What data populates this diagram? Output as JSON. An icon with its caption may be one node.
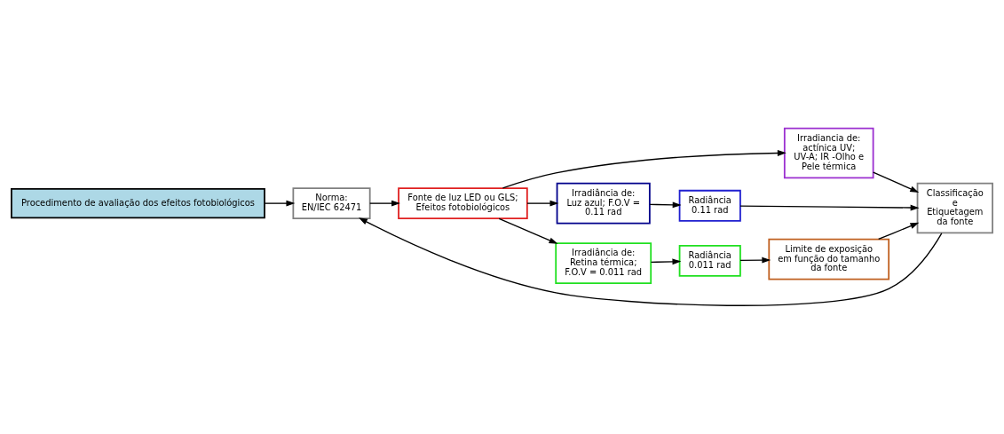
{
  "diagram": {
    "nodes": [
      {
        "text": [
          "Procedimento de avaliação dos efeitos fotobiológicos"
        ]
      },
      {
        "text": [
          "Norma: EN/IEC 62471"
        ]
      },
      {
        "text": [
          "Fonte de luz LED ou GLS; Efeitos fotobiológicos"
        ]
      },
      {
        "text": [
          "Irradiancia de: actínica UV; UV-A; IR -Olho e Pele térmica"
        ]
      },
      {
        "text": [
          "Irradiância de: Luz azul; F.O.V = 0.11 rad"
        ]
      },
      {
        "text": [
          "Radiância 0.11 rad"
        ]
      },
      {
        "text": [
          "Irradiância de: Retina térmica; F.O.V = 0.011 rad"
        ]
      },
      {
        "text": [
          "Radiância 0.011 rad"
        ]
      },
      {
        "text": [
          "Limite de exposição em função do tamanho da fonte"
        ]
      },
      {
        "text": [
          "Classificação e Etiquetagem da fonte"
        ]
      }
    ],
    "edges": [
      {
        "from": 0,
        "to": 1,
        "arrow": "to"
      },
      {
        "from": 1,
        "to": 2,
        "arrow": "to"
      },
      {
        "from": 2,
        "to": 3,
        "arrow": "to"
      },
      {
        "from": 2,
        "to": 4,
        "arrow": "to"
      },
      {
        "from": 2,
        "to": 6,
        "arrow": "to"
      },
      {
        "from": 4,
        "to": 5,
        "arrow": "to"
      },
      {
        "from": 3,
        "to": 9,
        "arrow": "to"
      },
      {
        "from": 5,
        "to": 9,
        "arrow": "to"
      },
      {
        "from": 6,
        "to": 7,
        "arrow": "to"
      },
      {
        "from": 7,
        "to": 8,
        "arrow": "to"
      },
      {
        "from": 8,
        "to": 9,
        "arrow": "to"
      },
      {
        "from": 9,
        "to": 1,
        "arrow": "to"
      }
    ]
  }
}
